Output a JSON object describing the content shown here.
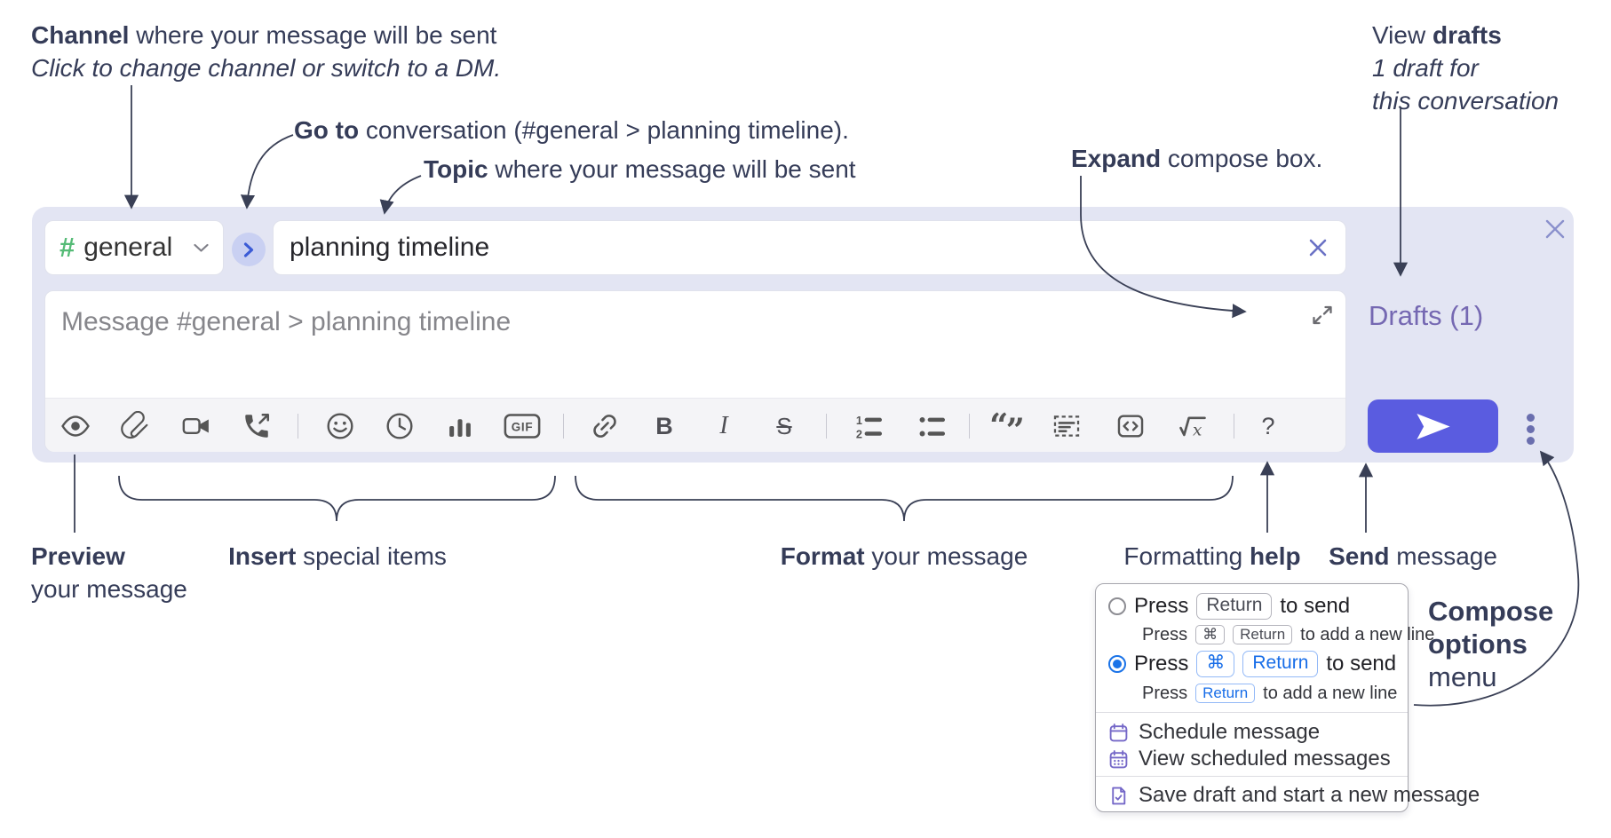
{
  "annotations": {
    "channel_bold": "Channel",
    "channel_rest": " where your message will be sent",
    "channel_line2": "Click to change channel or switch to a DM.",
    "goto_bold": "Go to",
    "goto_rest": " conversation (#general > planning timeline).",
    "topic_bold": "Topic",
    "topic_rest": " where your message will be sent",
    "expand_bold": "Expand",
    "expand_rest": " compose box.",
    "view_drafts_regular": "View ",
    "view_drafts_bold": "drafts",
    "view_drafts_line2": "1 draft for",
    "view_drafts_line3": "this conversation",
    "preview_bold": "Preview",
    "preview_line2": "your message",
    "insert_bold": "Insert",
    "insert_rest": " special items",
    "format_bold": "Format",
    "format_rest": " your message",
    "fhelp_regular": "Formatting ",
    "fhelp_bold": "help",
    "send_bold": "Send",
    "send_rest": " message",
    "copts_line1": "Compose",
    "copts_line2": "options",
    "copts_line3": "menu"
  },
  "compose": {
    "channel_hash": "#",
    "channel_name": "general",
    "topic_value": "planning timeline",
    "message_placeholder": "Message #general > planning timeline",
    "drafts_link": "Drafts (1)",
    "toolbar_labels": {
      "gif": "GIF",
      "bold": "B",
      "italic": "I",
      "strike": "S",
      "ol1": "1",
      "ol2": "2",
      "quote_open": "“",
      "quote_close": "”",
      "math_x": "x",
      "help": "?"
    },
    "toolbar_icon_names": [
      "preview-eye",
      "attach-paperclip",
      "video-call",
      "voice-call",
      "emoji",
      "time",
      "poll",
      "gif",
      "link",
      "bold",
      "italic",
      "strikethrough",
      "numbered-list",
      "bulleted-list",
      "quote",
      "spoiler",
      "code",
      "math",
      "help"
    ]
  },
  "options_menu": {
    "row1_pre": "Press",
    "row1_key": "Return",
    "row1_post": "to send",
    "row1_sub_pre": "Press",
    "row1_sub_key1": "⌘",
    "row1_sub_key2": "Return",
    "row1_sub_post": "to add a new line",
    "row2_pre": "Press",
    "row2_key1": "⌘",
    "row2_key2": "Return",
    "row2_post": "to send",
    "row2_sub_pre": "Press",
    "row2_sub_key": "Return",
    "row2_sub_post": "to add a new line",
    "item_schedule": "Schedule message",
    "item_view_scheduled": "View scheduled messages",
    "item_save_draft": "Save draft and start a new message"
  },
  "colors": {
    "compose_bg": "#e3e5f3",
    "send_button": "#5a5ce0",
    "drafts_link": "#7568b2",
    "hash_green": "#55bb76",
    "goto_blue": "#3b5bd6",
    "radio_blue": "#1a73e8",
    "menu_icon_purple": "#7568c8",
    "annotation_text": "#353c58",
    "toolbar_icon": "#555555"
  }
}
